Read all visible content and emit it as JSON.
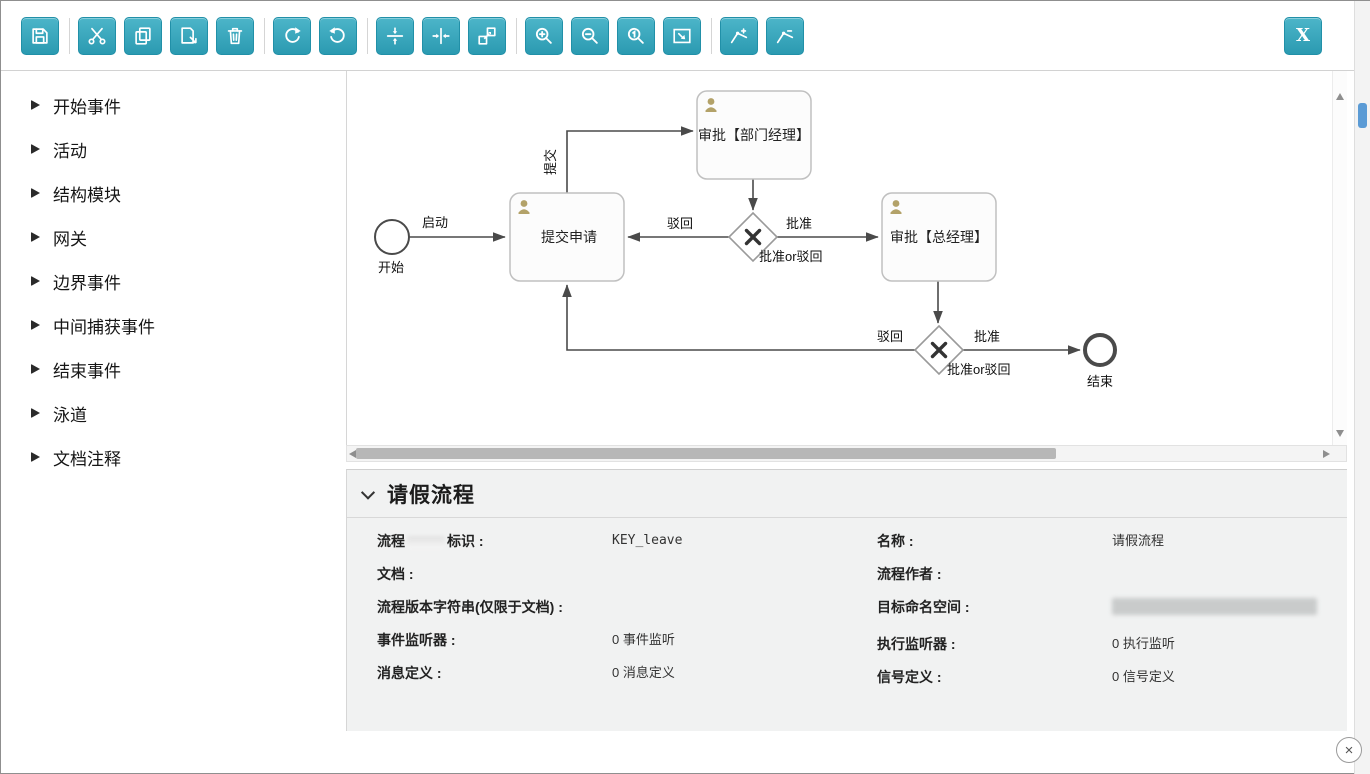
{
  "toolbar": {
    "close_label": "X",
    "icons": [
      "save",
      "cut",
      "copy",
      "paste",
      "delete",
      "redo",
      "undo",
      "align-middle",
      "align-center",
      "same-size",
      "zoom-in",
      "zoom-out",
      "zoom-actual",
      "fit-to-window",
      "bendpoint-add",
      "bendpoint-remove"
    ]
  },
  "palette": {
    "items": [
      "开始事件",
      "活动",
      "结构模块",
      "网关",
      "边界事件",
      "中间捕获事件",
      "结束事件",
      "泳道",
      "文档注释"
    ]
  },
  "diagram": {
    "start_label": "开始",
    "start_edge_label": "启动",
    "submit_task_label": "提交申请",
    "submit_edge_label": "提交",
    "dept_task_label": "审批【部门经理】",
    "gm_task_label": "审批【总经理】",
    "gateway1_reject": "驳回",
    "gateway1_approve": "批准",
    "gateway1_caption": "批准or驳回",
    "gateway2_reject": "驳回",
    "gateway2_approve": "批准",
    "gateway2_caption": "批准or驳回",
    "end_label": "结束"
  },
  "properties": {
    "title": "请假流程",
    "left": [
      {
        "label_prefix": "流程",
        "label_suffix": "标识 :",
        "value": "KEY_leave"
      },
      {
        "label": "文档 :",
        "value": ""
      },
      {
        "label": "流程版本字符串(仅限于文档) :",
        "value": ""
      },
      {
        "label": "事件监听器 :",
        "value": "0 事件监听"
      },
      {
        "label": "消息定义 :",
        "value": "0 消息定义"
      }
    ],
    "right": [
      {
        "label": "名称 :",
        "value": "请假流程"
      },
      {
        "label": "流程作者 :",
        "value": ""
      },
      {
        "label": "目标命名空间 :",
        "value": ""
      },
      {
        "label": "执行监听器 :",
        "value": "0 执行监听"
      },
      {
        "label": "信号定义 :",
        "value": "0 信号定义"
      }
    ]
  },
  "footer": {
    "close_glyph": "×"
  }
}
